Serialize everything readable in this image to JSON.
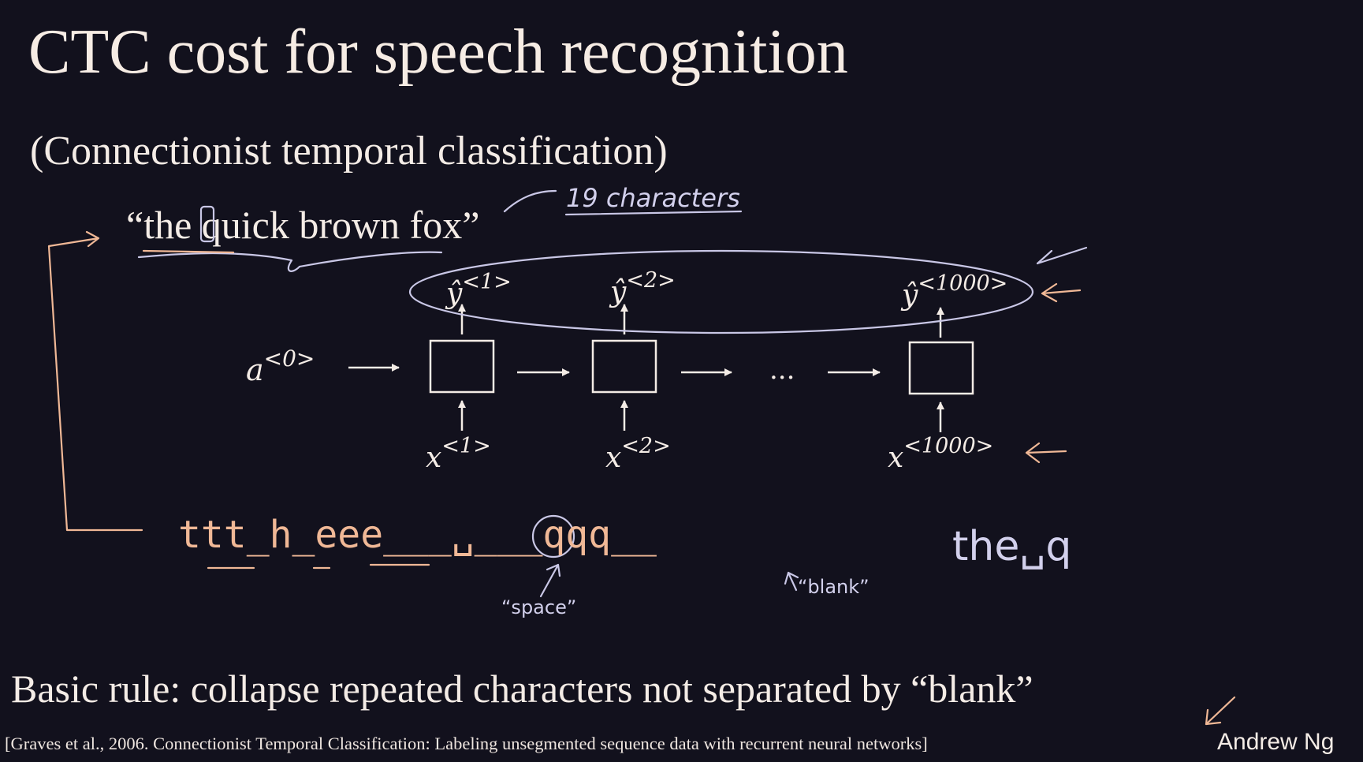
{
  "slide": {
    "title": "CTC cost for speech recognition",
    "subtitle": "(Connectionist temporal classification)",
    "sentence": "“the quick brown fox”",
    "basic_rule": "Basic rule: collapse repeated characters not separated by “blank”",
    "citation": "[Graves et al., 2006. Connectionist Temporal Classification: Labeling unsegmented sequence data with recurrent neural networks]",
    "author": "Andrew Ng"
  },
  "diagram": {
    "initial_activation": {
      "base": "a",
      "sup": "<0>"
    },
    "ellipsis": "...",
    "nodes": [
      {
        "output": {
          "base": "ŷ",
          "sup": "<1>"
        },
        "input": {
          "base": "x",
          "sup": "<1>"
        }
      },
      {
        "output": {
          "base": "ŷ",
          "sup": "<2>"
        },
        "input": {
          "base": "x",
          "sup": "<2>"
        }
      },
      {
        "output": {
          "base": "ŷ",
          "sup": "<1000>"
        },
        "input": {
          "base": "x",
          "sup": "<1000>"
        }
      }
    ]
  },
  "annotations": {
    "char_count": "19 characters",
    "ctc_output": "ttt_h_eee___␣___qqq__",
    "collapsed": "the␣q",
    "space_label": "“space”",
    "blank_label": "“blank”"
  },
  "colors": {
    "background": "#12111d",
    "text": "#f4ece6",
    "ink_white": "#c9c7e6",
    "ink_orange": "#f0b896"
  }
}
